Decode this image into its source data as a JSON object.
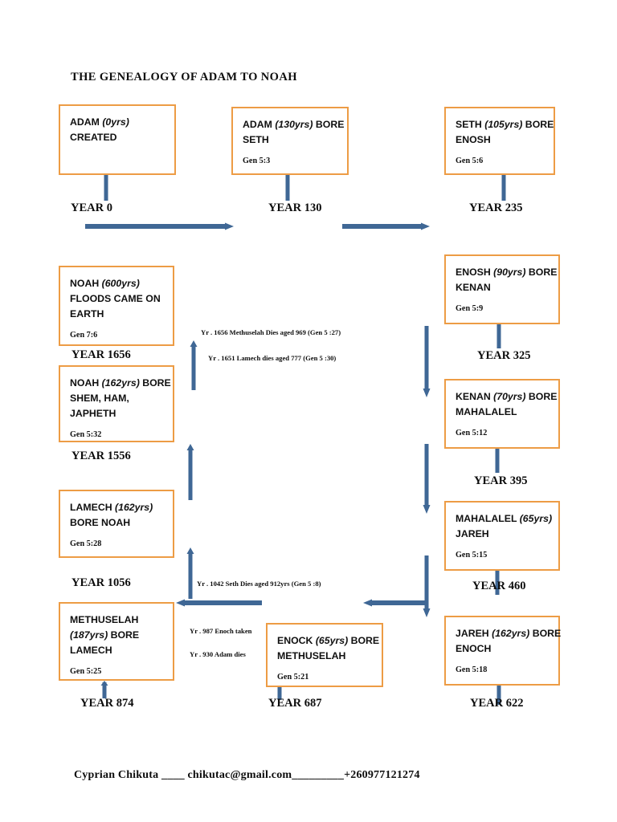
{
  "title": "THE GENEALOGY OF ADAM TO NOAH",
  "colors": {
    "box_border": "#ed9c45",
    "arrow": "#3f6795",
    "text": "#101010",
    "background": "#ffffff"
  },
  "boxes": [
    {
      "id": "adam-created",
      "line1": "ADAM (0yrs)",
      "name": "ADAM",
      "age": "0yrs",
      "line2": "CREATED",
      "line3": "",
      "ref": "",
      "year_label": "YEAR 0",
      "year": 0
    },
    {
      "id": "adam-bore-seth",
      "line1": "ADAM (130yrs) BORE",
      "name": "ADAM",
      "age": "130yrs",
      "line2": "SETH",
      "line3": "",
      "ref": "Gen 5:3",
      "year_label": "YEAR 130",
      "year": 130
    },
    {
      "id": "seth-bore-enosh",
      "line1": "SETH (105yrs) BORE",
      "name": "SETH",
      "age": "105yrs",
      "line2": "ENOSH",
      "line3": "",
      "ref": "Gen 5:6",
      "year_label": "YEAR 235",
      "year": 235
    },
    {
      "id": "enosh-bore-kenan",
      "line1": "ENOSH (90yrs) BORE",
      "name": "ENOSH",
      "age": "90yrs",
      "line2": "KENAN",
      "line3": "",
      "ref": "Gen 5:9",
      "year_label": "YEAR 325",
      "year": 325
    },
    {
      "id": "kenan-bore-mahalalel",
      "line1": "KENAN (70yrs) BORE",
      "name": "KENAN",
      "age": "70yrs",
      "line2": "MAHALALEL",
      "line3": "",
      "ref": "Gen 5:12",
      "year_label": "YEAR 395",
      "year": 395
    },
    {
      "id": "mahalalel-jareh",
      "line1": "MAHALALEL (65yrs)",
      "name": "MAHALALEL",
      "age": "65yrs",
      "line2": "JAREH",
      "line3": "",
      "ref": "Gen 5:15",
      "year_label": "YEAR 460",
      "year": 460
    },
    {
      "id": "jareh-bore-enoch",
      "line1": "JAREH (162yrs) BORE",
      "name": "JAREH",
      "age": "162yrs",
      "line2": "ENOCH",
      "line3": "",
      "ref": "Gen 5:18",
      "year_label": "YEAR 622",
      "year": 622
    },
    {
      "id": "enock-bore-methuselah",
      "line1": "ENOCK (65yrs) BORE",
      "name": "ENOCK",
      "age": "65yrs",
      "line2": "METHUSELAH",
      "line3": "",
      "ref": "Gen 5:21",
      "year_label": "YEAR 687",
      "year": 687
    },
    {
      "id": "methuselah-bore-lamech",
      "line1": "METHUSELAH",
      "name": "METHUSELAH",
      "age": "187yrs",
      "line2": "(187yrs) BORE",
      "line3": "LAMECH",
      "ref": "Gen 5:25",
      "year_label": "YEAR 874",
      "year": 874
    },
    {
      "id": "lamech-bore-noah",
      "line1": "LAMECH (162yrs)",
      "name": "LAMECH",
      "age": "162yrs",
      "line2": "BORE NOAH",
      "line3": "",
      "ref": "Gen 5:28",
      "year_label": "YEAR 1056",
      "year": 1056
    },
    {
      "id": "noah-bore-sons",
      "line1": "NOAH (162yrs) BORE",
      "name": "NOAH",
      "age": "162yrs",
      "line2": "SHEM, HAM,",
      "line3": "JAPHETH",
      "ref": "Gen 5:32",
      "year_label": "YEAR 1556",
      "year": 1556
    },
    {
      "id": "noah-flood",
      "line1": "NOAH (600yrs)",
      "name": "NOAH",
      "age": "600yrs",
      "line2": "FLOODS CAME ON",
      "line3": "EARTH",
      "ref": "Gen 7:6",
      "year_label": "YEAR 1656",
      "year": 1656
    }
  ],
  "notes": [
    {
      "id": "note-methuselah-dies",
      "text": "Yr . 1656 Methuselah Dies aged 969 (Gen 5 :27)"
    },
    {
      "id": "note-lamech-dies",
      "text": "Yr . 1651 Lamech dies aged 777 (Gen 5 :30)"
    },
    {
      "id": "note-seth-dies",
      "text": "Yr . 1042  Seth Dies aged 912yrs (Gen 5 :8)"
    },
    {
      "id": "note-enoch-taken",
      "text": "Yr . 987 Enoch taken"
    },
    {
      "id": "note-adam-dies",
      "text": "Yr . 930 Adam dies"
    }
  ],
  "footer": "Cyprian Chikuta  ____  chikutac@gmail.com_________+260977121274"
}
